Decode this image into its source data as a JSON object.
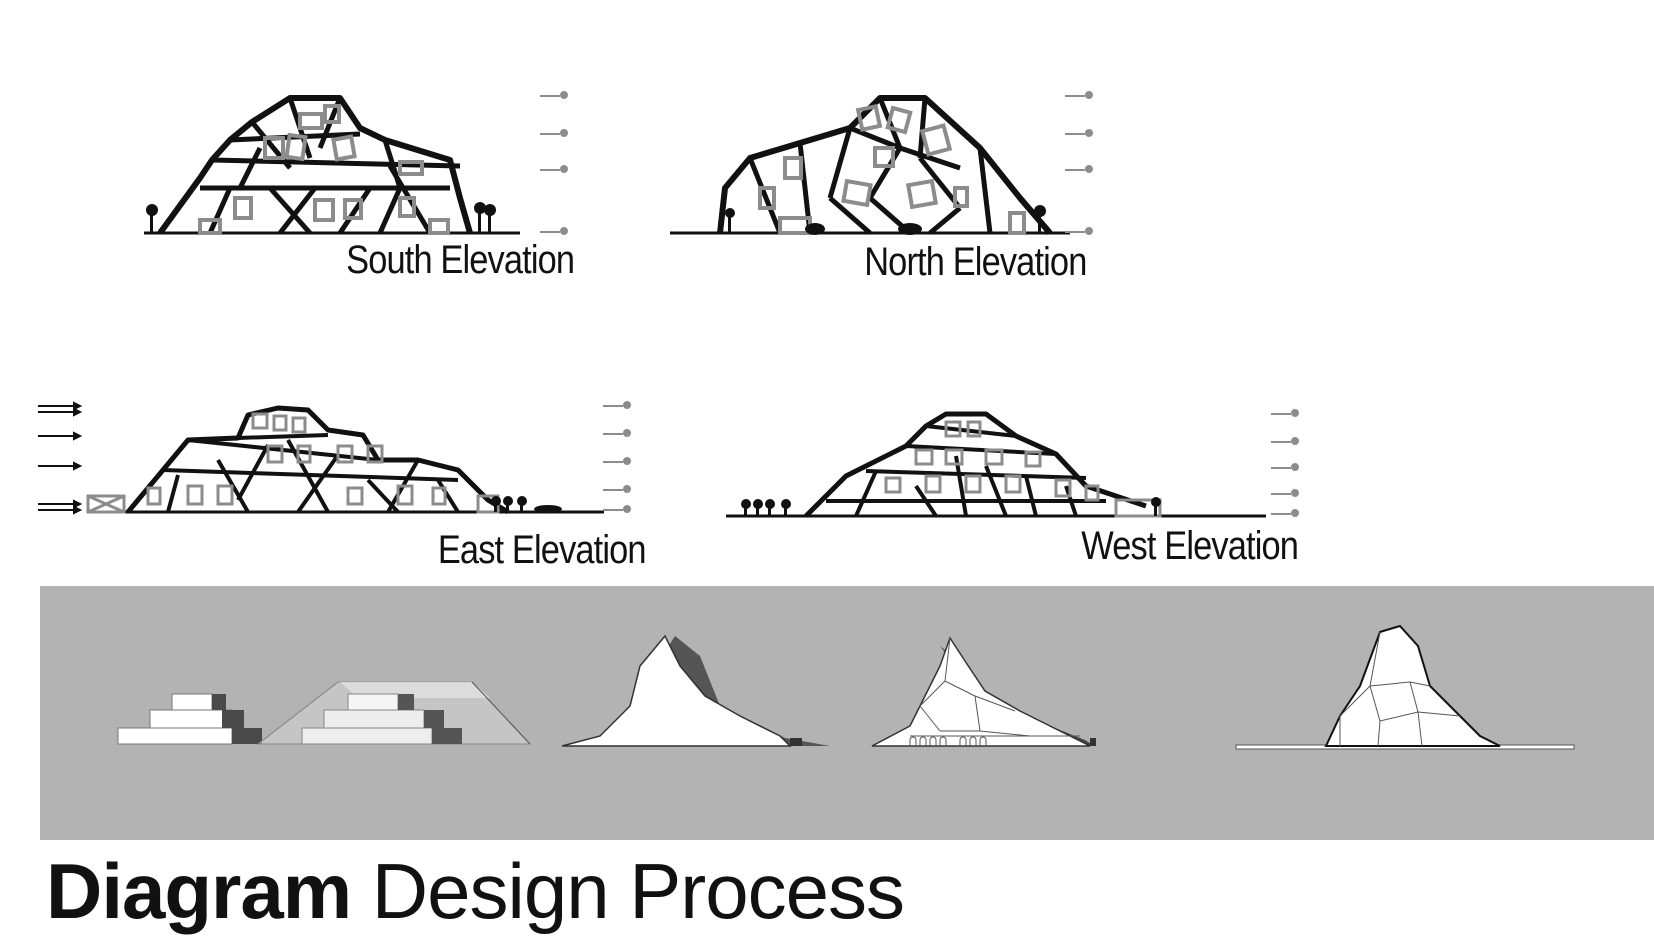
{
  "elevations": {
    "south": {
      "label": "South Elevation"
    },
    "north": {
      "label": "North Elevation"
    },
    "east": {
      "label": "East Elevation"
    },
    "west": {
      "label": "West Elevation"
    }
  },
  "process": {
    "steps": [
      "stacked-blocks",
      "pyramid-envelope",
      "peak-mass",
      "faceted-mass",
      "final-faceted-form"
    ]
  },
  "title": {
    "bold": "Diagram",
    "light": " Design Process"
  },
  "colors": {
    "band": "#b3b3b3",
    "frame": "#111111",
    "window": "#8c8c8c"
  }
}
